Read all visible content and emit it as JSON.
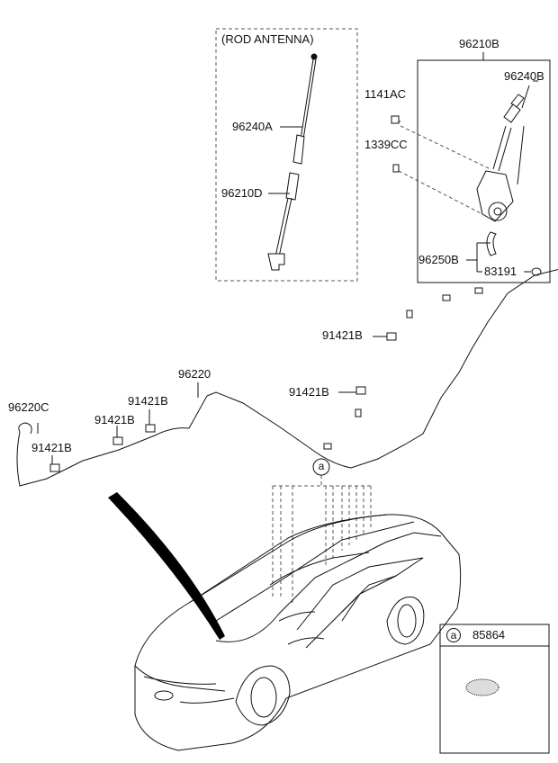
{
  "rod_antenna": {
    "title": "(ROD ANTENNA)",
    "parts": [
      "96240A",
      "96210D"
    ]
  },
  "power_antenna": {
    "assembly": "96210B",
    "parts": [
      "96240B",
      "1141AC",
      "1339CC",
      "96250B",
      "83191"
    ]
  },
  "feeder_cable": {
    "main": "96220",
    "end_connector": "96220C",
    "clips": [
      "91421B",
      "91421B",
      "91421B",
      "91421B",
      "91421B"
    ]
  },
  "callout": {
    "letter": "a"
  },
  "legend": {
    "letter": "a",
    "part": "85864"
  },
  "colors": {
    "line": "#111111",
    "dash": "#555555",
    "swoosh": "#000000"
  }
}
